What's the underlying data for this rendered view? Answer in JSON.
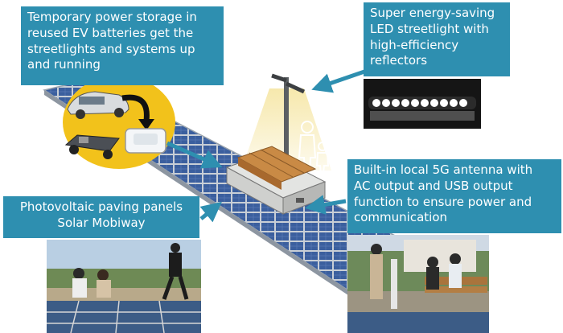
{
  "callouts": {
    "storage": {
      "lines": [
        "Temporary power storage in",
        "reused EV batteries get the",
        "streetlights and systems up",
        "and running"
      ]
    },
    "led": {
      "lines": [
        "Super energy-saving",
        "LED streetlight with",
        "high-efficiency",
        "reflectors"
      ]
    },
    "antenna": {
      "lines": [
        "Built-in local 5G antenna with",
        "AC output and USB output",
        "function to ensure power and",
        "communication"
      ]
    },
    "paving": {
      "lines": [
        "Photovoltaic paving panels",
        "Solar Mobiway"
      ]
    }
  },
  "colors": {
    "callout_bg": "#2e8fb0",
    "callout_text": "#ffffff",
    "arrow": "#2e8fb0",
    "panel": "#3b5f9e",
    "panel_frame": "#c8ced6",
    "battery_circle": "#f2c21b",
    "light_cone": "#f6e7a8",
    "bench_wood": "#c98a45"
  },
  "icons": [
    "ev-car-icon",
    "battery-pack-icon",
    "power-unit-icon",
    "curved-arrow-icon",
    "streetlight-icon",
    "person-icon",
    "led-strip-icon",
    "bench-icon"
  ]
}
